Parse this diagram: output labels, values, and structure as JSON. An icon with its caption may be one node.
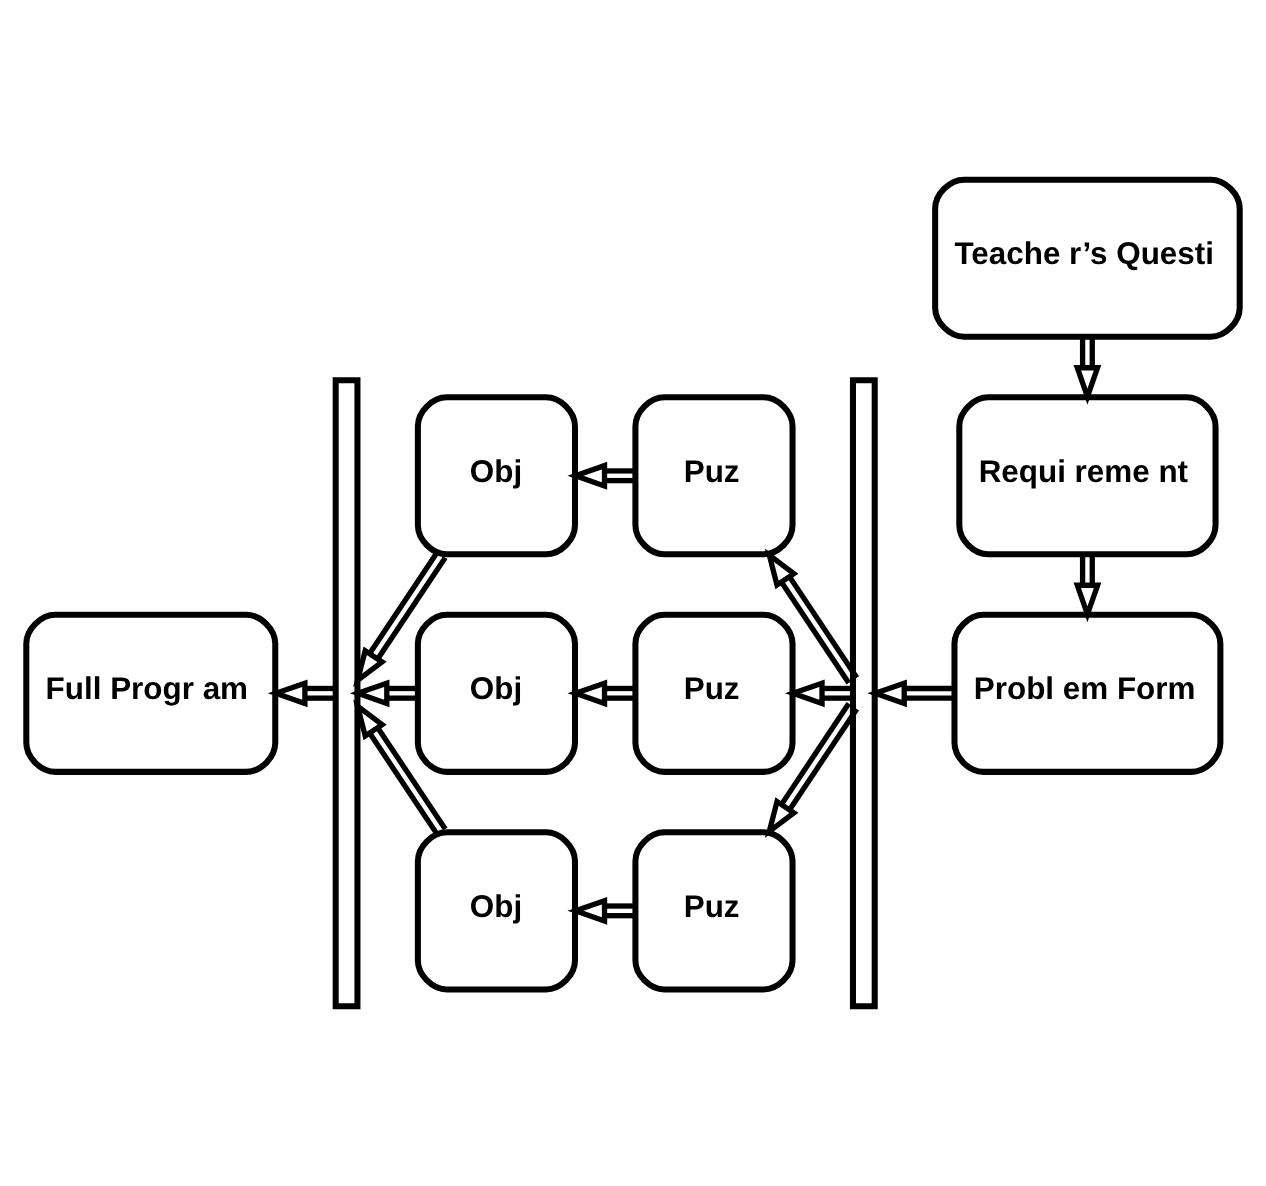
{
  "diagram": {
    "nodes": [
      {
        "text": [
          "Teache r’s Questi"
        ]
      },
      {
        "text": [
          "Requi reme nt"
        ]
      },
      {
        "text": [
          "Probl em Form"
        ]
      },
      {
        "text": [],
        "shape": "bar"
      },
      {
        "text": [
          "Puz"
        ]
      },
      {
        "text": [
          "Obj"
        ]
      },
      {
        "text": [
          "Puz"
        ]
      },
      {
        "text": [
          "Obj"
        ]
      },
      {
        "text": [
          "Puz"
        ]
      },
      {
        "text": [
          "Obj"
        ]
      },
      {
        "text": [],
        "shape": "bar"
      },
      {
        "text": [
          "Full Progr am"
        ]
      }
    ],
    "edges": [
      {
        "from": 0,
        "to": 1,
        "arrow": "to"
      },
      {
        "from": 1,
        "to": 2,
        "arrow": "to"
      },
      {
        "from": 2,
        "to": 10,
        "arrow": "to"
      },
      {
        "from": 10,
        "to": 4,
        "arrow": "to"
      },
      {
        "from": 10,
        "to": 6,
        "arrow": "to"
      },
      {
        "from": 10,
        "to": 8,
        "arrow": "to"
      },
      {
        "from": 4,
        "to": 5,
        "arrow": "to"
      },
      {
        "from": 6,
        "to": 7,
        "arrow": "to"
      },
      {
        "from": 8,
        "to": 9,
        "arrow": "to"
      },
      {
        "from": 5,
        "to": 3,
        "arrow": "to"
      },
      {
        "from": 7,
        "to": 3,
        "arrow": "to"
      },
      {
        "from": 9,
        "to": 3,
        "arrow": "to"
      },
      {
        "from": 3,
        "to": 11,
        "arrow": "to"
      }
    ]
  }
}
